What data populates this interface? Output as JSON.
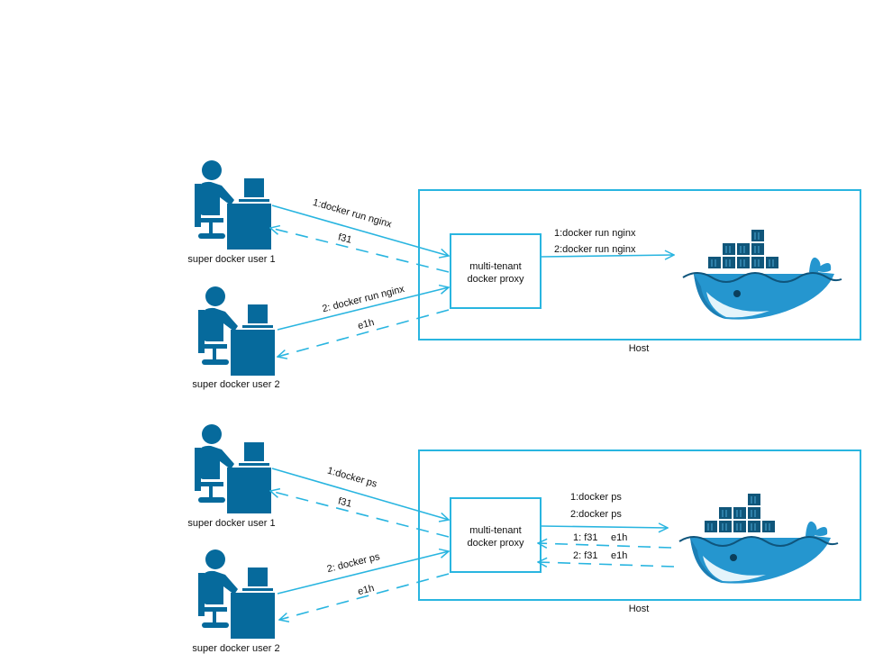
{
  "colors": {
    "accent": "#29b5e0",
    "user_icon": "#066a9c",
    "whale_body": "#2596cf",
    "whale_belly": "#e4f4fb",
    "container": "#10567a"
  },
  "icons": [
    "user-at-desk-icon",
    "docker-whale-icon"
  ],
  "panel_top": {
    "users": [
      "super docker user 1",
      "super docker user 2"
    ],
    "proxy": {
      "line1": "multi-tenant",
      "line2": "docker proxy"
    },
    "host_label": "Host",
    "user1_request": "1:docker run nginx",
    "user1_response": "f31",
    "user2_request": "2: docker run nginx",
    "user2_response": "e1h",
    "proxy_to_host": [
      "1:docker run nginx",
      "2:docker run nginx"
    ]
  },
  "panel_bottom": {
    "users": [
      "super docker user 1",
      "super docker user 2"
    ],
    "proxy": {
      "line1": "multi-tenant",
      "line2": "docker proxy"
    },
    "host_label": "Host",
    "user1_request": "1:docker ps",
    "user1_response": "f31",
    "user2_request": "2: docker ps",
    "user2_response": "e1h",
    "proxy_to_host": [
      "1:docker ps",
      "2:docker ps"
    ],
    "host_to_proxy": [
      {
        "id": "1: f31",
        "id2": "e1h"
      },
      {
        "id": "2: f31",
        "id2": "e1h"
      }
    ]
  }
}
